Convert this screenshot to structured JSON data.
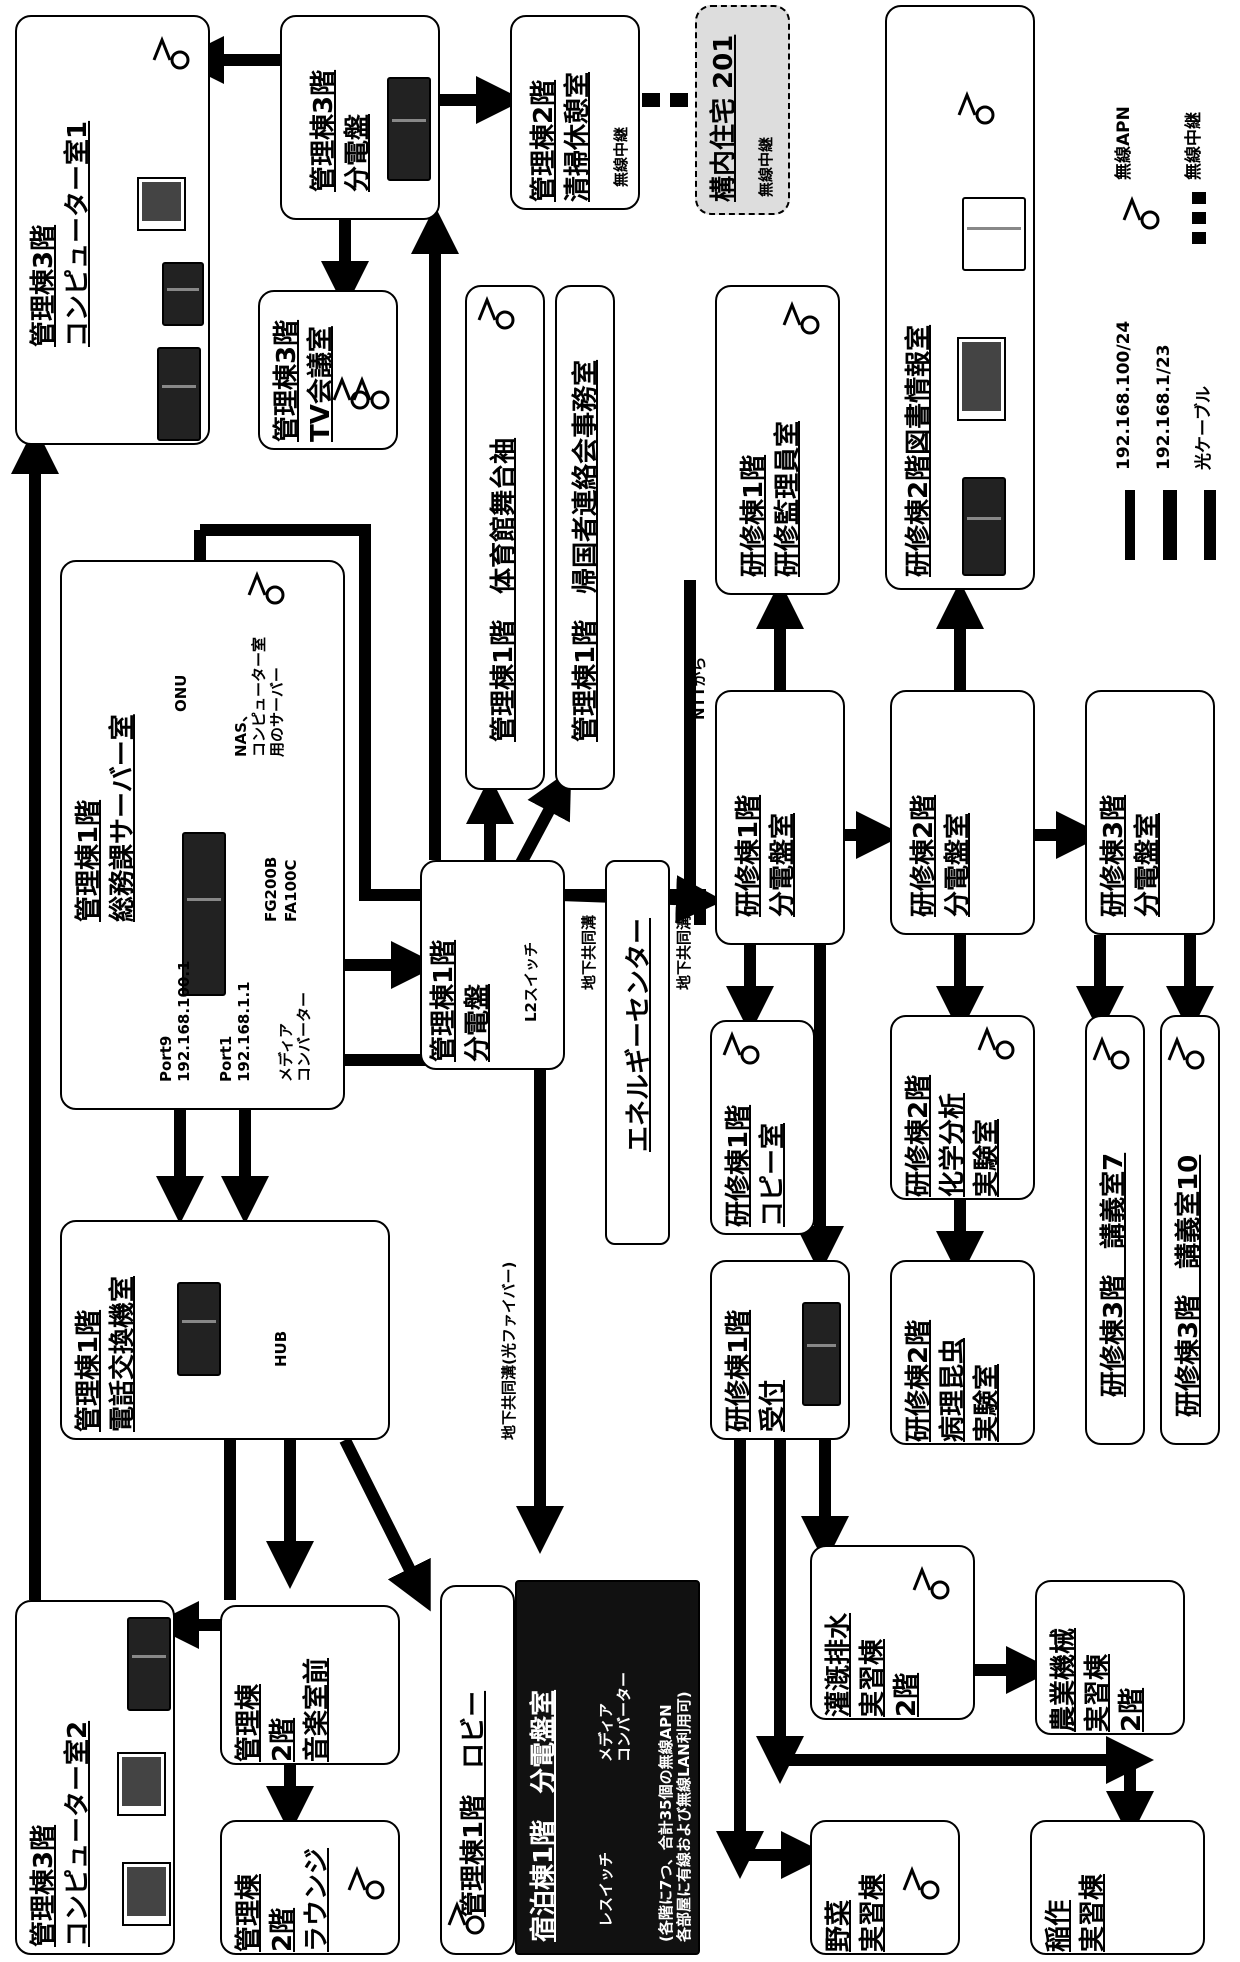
{
  "boxes": {
    "comp_room1": "管理棟3階\nコンピューター室1",
    "panel_3f": "管理棟3階\n分電盤",
    "cleaning_room": "管理棟2階\n清掃休憩室",
    "dorm201": "構内住宅 201",
    "library": "研修棟2階図書情報室",
    "tv_room": "管理棟3階\nTV会議室",
    "gym": "管理棟1階　体育館舞台袖",
    "returnees": "管理棟1階　帰国者連絡会事務室",
    "monitor_room": "研修棟1階\n研修監理員室",
    "server_room": "管理棟1階\n総務課サーバー室",
    "panel_1f_admin": "管理棟1階\n分電盤",
    "energy_center": "エネルギーセンター",
    "panel_1f_training": "研修棟1階\n分電盤室",
    "panel_2f_training": "研修棟2階\n分電盤室",
    "panel_3f_training": "研修棟3階\n分電盤室",
    "copy_room": "研修棟1階\nコピー室",
    "chem_lab": "研修棟2階\n化学分析\n実験室",
    "lecture7": "研修棟3階　講義室7",
    "lecture10": "研修棟3階　講義室10",
    "phone_room": "管理棟1階\n電話交換機室",
    "reception": "研修棟1階\n受付",
    "pest_lab": "研修棟2階\n病理昆虫\n実験室",
    "comp_room2": "管理棟3階\nコンピューター室2",
    "music_room": "管理棟\n2階\n音楽室前",
    "lounge": "管理棟\n2階\nラウンジ",
    "lobby": "管理棟1階　ロビー",
    "irrigation": "灌漑排水\n実習棟\n2階",
    "machinery": "農業機械\n実習棟\n2階",
    "vegetable": "野菜\n実習棟",
    "rice": "稲作\n実習棟",
    "accommodation": "宿泊棟1階　分電盤室"
  },
  "labels": {
    "wireless_relay": "無線中継",
    "ntt": "NTTから",
    "onu": "ONU",
    "nas": "NAS、\nコンピューター室\n用のサーバー",
    "fg200b": "FG200B",
    "fa100c": "FA100C",
    "port9": "Port9\n192.168.100.1",
    "port1": "Port1\n192.168.1.1",
    "media_conv": "メディア\nコンバーター",
    "l2": "L2スイッチ",
    "underground1": "地下共同溝",
    "underground2": "地下共同溝",
    "underground_fiber": "地下共同溝(光ファイバー)",
    "hub": "HUB",
    "acc_switch": "レスイッチ",
    "acc_media": "メディア\nコンバーター",
    "acc_note": "(各階に7つ、合計35個の無線APN\n各部屋に有線および無線LAN利用可)"
  },
  "legend": {
    "apn": "無線APN",
    "relay": "無線中継",
    "net100": "192.168.100/24",
    "net1": "192.168.1/23",
    "fiber": "光ケーブル"
  }
}
